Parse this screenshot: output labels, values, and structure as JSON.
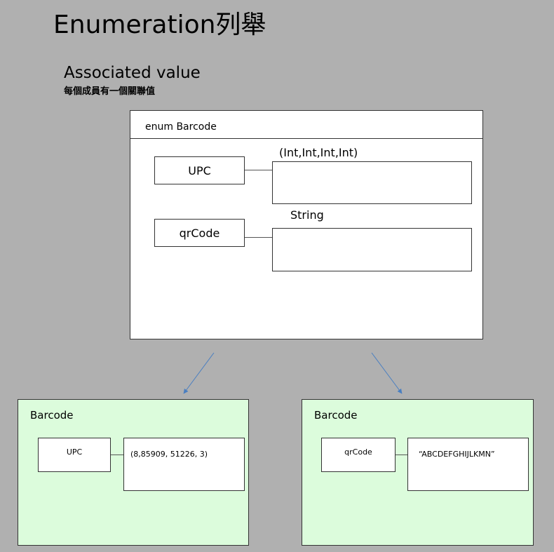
{
  "title": "Enumeration列舉",
  "subtitle": "Associated value",
  "description": "每個成員有一個關聯值",
  "enum_box": {
    "label": "enum Barcode",
    "cases": [
      {
        "name": "UPC",
        "type_label": "(Int,Int,Int,Int)"
      },
      {
        "name": "qrCode",
        "type_label": "String"
      }
    ]
  },
  "examples": [
    {
      "label": "Barcode",
      "case": "UPC",
      "value": "(8,85909, 51226, 3)"
    },
    {
      "label": "Barcode",
      "case": "qrCode",
      "value": "“ABCDEFGHIJLKMN”"
    }
  ],
  "colors": {
    "background": "#b0b0b0",
    "example_fill": "#dcfcdc",
    "arrow": "#4a7fc1"
  }
}
